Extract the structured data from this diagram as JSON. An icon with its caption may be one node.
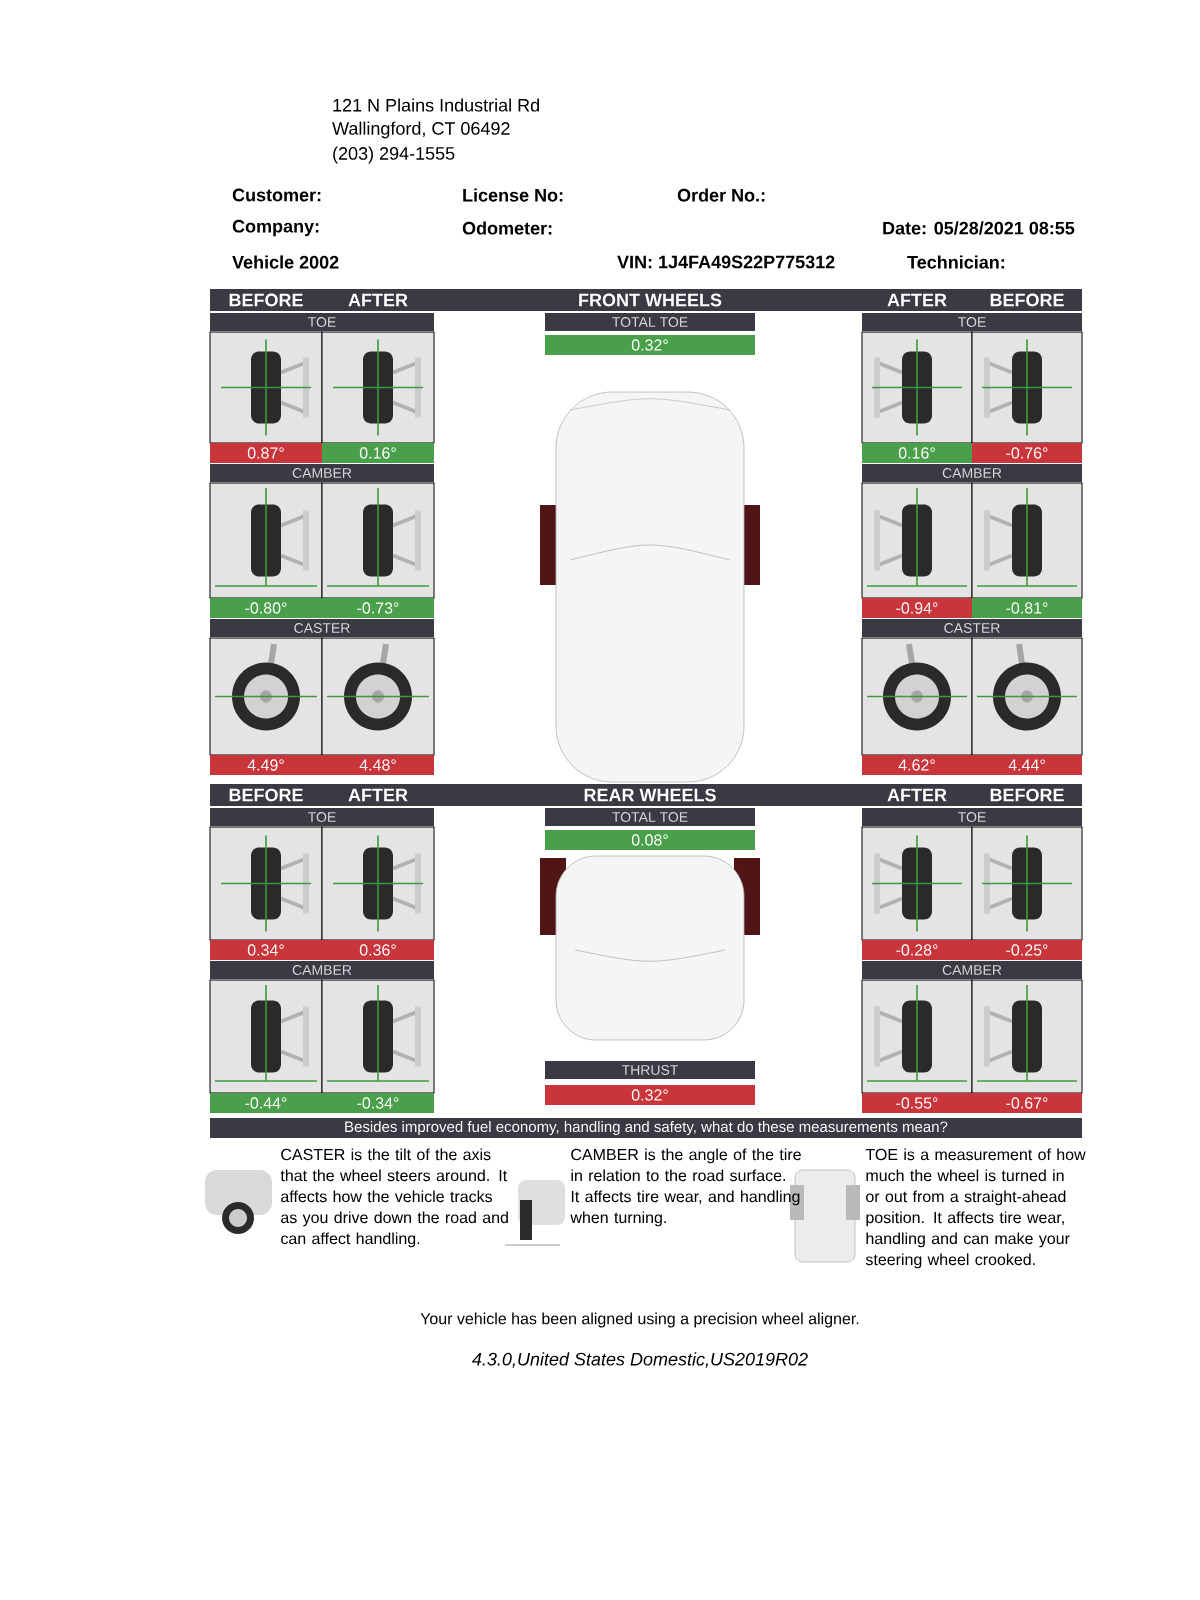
{
  "diagram": {
    "labels": [
      "121 N Plains Industrial Rd",
      "Wallingford, CT 06492",
      "(203) 294-1555",
      "Customer:",
      "License No:",
      "Order No.:",
      "Company:",
      "Odometer:",
      "Date: 05/28/2021 08:55",
      "Vehicle 2002",
      "VIN: 1J4FA49S22P775312",
      "Technician:",
      "BEFORE",
      "AFTER",
      "TOE",
      "FRONT WHEELS",
      "TOTAL TOE",
      "0.32°",
      "AFTER",
      "BEFORE",
      "TOE",
      "0.87°",
      "0.16°",
      "CAMBER",
      "0.16°",
      "-0.76°",
      "CAMBER",
      "-0.80°",
      "-0.73°",
      "CASTER",
      "-0.94°",
      "-0.81°",
      "CASTER",
      "4.49°",
      "4.48°",
      "4.62°",
      "4.44°",
      "BEFORE",
      "AFTER",
      "TOE",
      "REAR WHEELS",
      "TOTAL TOE",
      "0.08°",
      "AFTER",
      "BEFORE",
      "TOE",
      "0.34°",
      "0.36°",
      "CAMBER",
      "-0.28°",
      "-0.25°",
      "CAMBER",
      "-0.44°",
      "-0.34°",
      "THRUST",
      "0.32°",
      "-0.55°",
      "-0.67°",
      "Besides improved fuel economy, handling and safety, what do these measurements mean?",
      "CASTER is the tilt of the axis that the wheel steers around. It affects how the vehicle tracks as you drive down the road and can affect handling.",
      "CAMBER is the angle of the tire in relation to the road surface. It affects tire wear, and handling when turning.",
      "TOE is a measurement of how much the wheel is turned in or out from a straight-ahead position. It affects tire wear, handling and can make your steering wheel crooked.",
      "Your vehicle has been aligned using a precision wheel aligner.",
      "4.3.0,United States Domestic,US2019R02"
    ]
  }
}
